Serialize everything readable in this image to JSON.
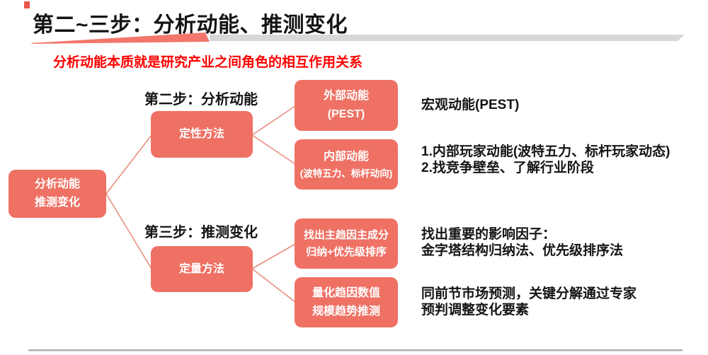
{
  "header": {
    "title": "第二~三步：分析动能、推测变化",
    "subtitle": "分析动能本质就是研究产业之间角色的相互作用关系"
  },
  "colors": {
    "box": "#EE7164",
    "line": "#E98D80",
    "subtitle_red": "#FE0000",
    "underline_red": "#F2766B",
    "underline_gray": "#D8D8D8",
    "divider": "#ACACAC",
    "accent": "#E8564A",
    "text": "#141414"
  },
  "diagram": {
    "root": {
      "line1": "分析动能",
      "line2": "推测变化"
    },
    "step2": {
      "label": "第二步：分析动能",
      "method": "定性方法",
      "box_external": {
        "line1": "外部动能",
        "line2": "(PEST)"
      },
      "box_internal": {
        "line1": "内部动能",
        "line2": "(波特五力、标杆动向)"
      },
      "note_external": {
        "line1": "宏观动能(PEST)"
      },
      "note_internal": {
        "line1": "1.内部玩家动能(波特五力、标杆玩家动态)",
        "line2": "2.找竞争壁垒、了解行业阶段"
      }
    },
    "step3": {
      "label": "第三步：推测变化",
      "method": "定量方法",
      "box_trend": {
        "line1": "找出主趋因主成分",
        "line2": "归纳+优先级排序"
      },
      "box_quantify": {
        "line1": "量化趋因数值",
        "line2": "规模趋势推测"
      },
      "note_trend": {
        "line1": "找出重要的影响因子：",
        "line2": "金字塔结构归纳法、优先级排序法"
      },
      "note_quantify": {
        "line1": "同前节市场预测，关键分解通过专家",
        "line2": "预判调整变化要素"
      }
    }
  }
}
